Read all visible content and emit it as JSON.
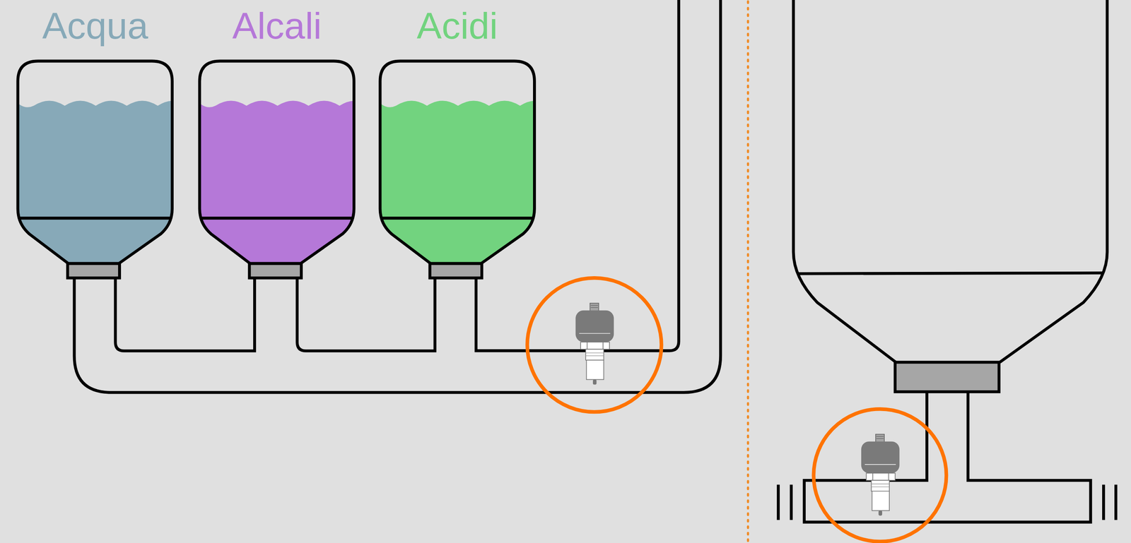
{
  "diagram": {
    "nodes": [
      {
        "text": [
          "Acqua"
        ]
      },
      {
        "text": [
          "Alcali"
        ]
      },
      {
        "text": [
          "Acidi"
        ]
      }
    ],
    "edges": [
      {
        "from": 0,
        "to": 1,
        "arrow": "none"
      },
      {
        "from": 1,
        "to": 2,
        "arrow": "none"
      }
    ]
  }
}
